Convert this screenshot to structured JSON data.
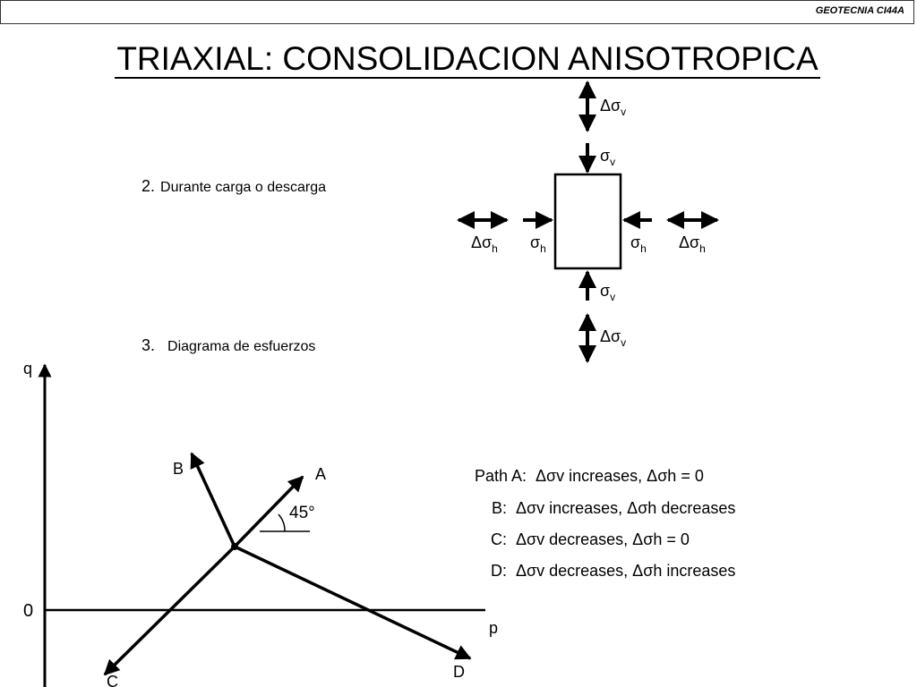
{
  "header": {
    "label": "GEOTECNIA CI44A"
  },
  "title": "TRIAXIAL: CONSOLIDACION ANISOTROPICA",
  "sections": [
    {
      "number": "2",
      "punct": ".",
      "text": "Durante carga o descarga"
    },
    {
      "number": "3.",
      "punct": "",
      "text": "Diagrama de esfuerzos"
    }
  ],
  "specimen_labels": {
    "delta_sigma_v": "Δσ",
    "sigma_v": "σ",
    "delta_sigma_h": "Δσ",
    "sigma_h": "σ",
    "sub_v": "v",
    "sub_h": "h"
  },
  "stress_diagram": {
    "axis_q": "q",
    "axis_p": "p",
    "origin": "0",
    "path_labels": {
      "A": "A",
      "B": "B",
      "C": "C",
      "D": "D"
    },
    "angle": "45°"
  },
  "legend": [
    {
      "key": "Path A:",
      "text": "Δσv increases, Δσh = 0"
    },
    {
      "key": "B:",
      "text": "Δσv increases, Δσh decreases"
    },
    {
      "key": "C:",
      "text": "Δσv decreases, Δσh = 0"
    },
    {
      "key": "D:",
      "text": "Δσv decreases, Δσh increases"
    }
  ]
}
